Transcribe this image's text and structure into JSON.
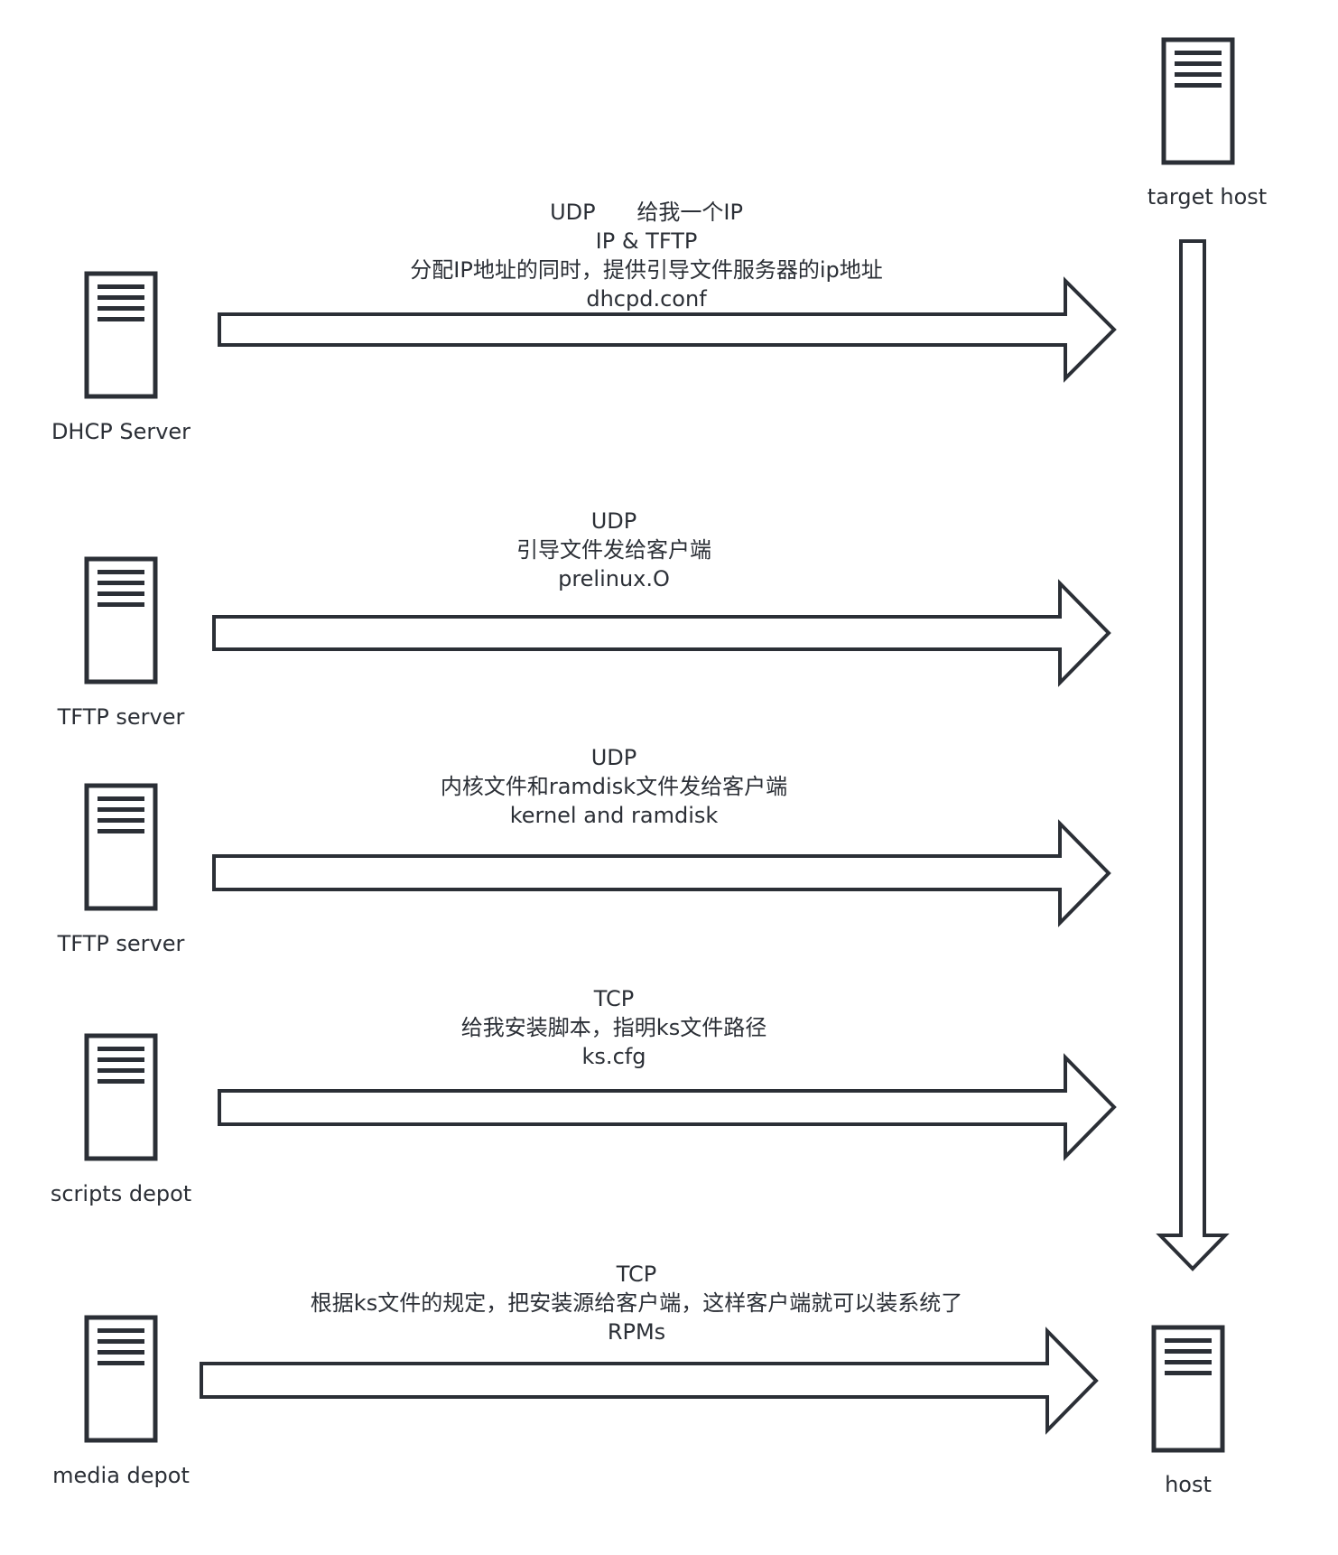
{
  "colors": {
    "stroke": "#2b2f36",
    "fill": "#ffffff",
    "text": "#2b2f36"
  },
  "servers": {
    "target": {
      "label": "target host",
      "icon": "server-icon"
    },
    "host": {
      "label": "host",
      "icon": "server-icon"
    },
    "dhcp": {
      "label": "DHCP Server",
      "icon": "server-icon"
    },
    "tftp1": {
      "label": "TFTP server",
      "icon": "server-icon"
    },
    "tftp2": {
      "label": "TFTP server",
      "icon": "server-icon"
    },
    "scripts": {
      "label": "scripts depot",
      "icon": "server-icon"
    },
    "media": {
      "label": "media depot",
      "icon": "server-icon"
    }
  },
  "flows": {
    "dhcp": {
      "line1": "UDP      给我一个IP",
      "line2": "IP & TFTP",
      "line3": "分配IP地址的同时，提供引导文件服务器的ip地址",
      "line4": "dhcpd.conf"
    },
    "tftp1": {
      "line1": "UDP",
      "line2": "引导文件发给客户端",
      "line3": "prelinux.O"
    },
    "tftp2": {
      "line1": "UDP",
      "line2": "内核文件和ramdisk文件发给客户端",
      "line3": "kernel and ramdisk"
    },
    "scripts": {
      "line1": "TCP",
      "line2": "给我安装脚本，指明ks文件路径",
      "line3": "ks.cfg"
    },
    "media": {
      "line1": "TCP",
      "line2": "根据ks文件的规定，把安装源给客户端，这样客户端就可以装系统了",
      "line3": "RPMs"
    }
  }
}
